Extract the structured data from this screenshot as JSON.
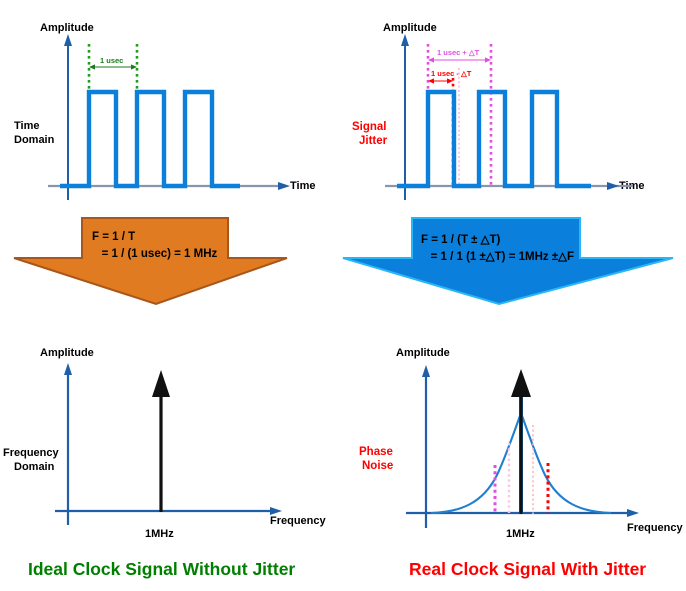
{
  "figure": {
    "title_left": "Ideal Clock Signal Without Jitter",
    "title_right": "Real Clock Signal With Jitter"
  },
  "colors": {
    "signal_blue": "#0a7fdc",
    "axis_blue": "#1f5fa9",
    "baseline_gray": "#8a94ac",
    "orange": "#e07b21",
    "orange_edge": "#a8561a",
    "blue_arrow": "#0a7fdc",
    "blue_arrow_edge": "#29b6f6",
    "green": "#008000",
    "green_dotted": "#1f9e1f",
    "red": "#ff0000",
    "magenta": "#e14fe1",
    "pink_faint": "#f7c7e8",
    "black": "#000000"
  },
  "panels": {
    "top_left": {
      "y_axis_label": "Amplitude",
      "x_axis_label": "Time",
      "domain_label_line1": "Time",
      "domain_label_line2": "Domain",
      "measure_label": "1 usec"
    },
    "top_right": {
      "y_axis_label": "Amplitude",
      "x_axis_label": "Time",
      "jitter_label_line1": "Signal",
      "jitter_label_line2": "Jitter",
      "measure_label_plus": "1 usec + △T",
      "measure_label_minus": "1 usec - △T"
    },
    "bottom_left": {
      "y_axis_label": "Amplitude",
      "x_axis_label": "Frequency",
      "domain_label_line1": "Frequency",
      "domain_label_line2": "Domain",
      "peak_label": "1MHz"
    },
    "bottom_right": {
      "y_axis_label": "Amplitude",
      "x_axis_label": "Frequency",
      "noise_label_line1": "Phase",
      "noise_label_line2": "Noise",
      "peak_label": "1MHz"
    }
  },
  "banners": {
    "left": {
      "line1": "F = 1 / T",
      "line2": "   = 1 / (1 usec) = 1 MHz"
    },
    "right": {
      "line1": "F = 1 / (T ± △T)",
      "line2": "   = 1 / 1 (1 ±△T) = 1MHz ±△F"
    }
  },
  "chart_data": [
    {
      "type": "line",
      "name": "ideal-clock-time-domain",
      "title": "Ideal clock square wave",
      "xlabel": "Time",
      "ylabel": "Amplitude",
      "period_usec": 1,
      "duty_cycle": 0.56,
      "pulses": 3,
      "annotations": [
        "1 usec"
      ]
    },
    {
      "type": "line",
      "name": "jittered-clock-time-domain",
      "title": "Jittered clock square wave",
      "xlabel": "Time",
      "ylabel": "Amplitude",
      "period_usec": 1,
      "pulses": 3,
      "annotations": [
        "1 usec + △T",
        "1 usec - △T",
        "Signal Jitter"
      ]
    },
    {
      "type": "line",
      "name": "ideal-clock-frequency-domain",
      "title": "Ideal clock spectrum",
      "xlabel": "Frequency",
      "ylabel": "Amplitude",
      "x": [
        1
      ],
      "values": [
        1
      ],
      "tick_labels": [
        "1MHz"
      ],
      "description": "single impulse spike at 1MHz, no skirt"
    },
    {
      "type": "line",
      "name": "jittered-clock-frequency-domain",
      "title": "Jittered clock spectrum with phase noise",
      "xlabel": "Frequency",
      "ylabel": "Amplitude",
      "x": [
        1
      ],
      "values": [
        1
      ],
      "tick_labels": [
        "1MHz"
      ],
      "description": "impulse at 1MHz with broad phase-noise skirt decaying on both sides",
      "annotations": [
        "Phase Noise"
      ]
    }
  ]
}
